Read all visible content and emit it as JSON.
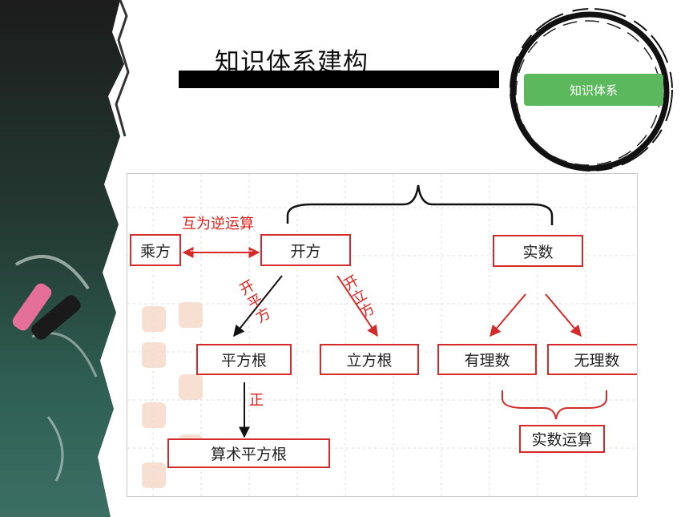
{
  "title": "知识体系建构",
  "badge": "知识体系",
  "nodes": {
    "power": "乘方",
    "root_extraction": "开方",
    "real_numbers": "实数",
    "square_root": "平方根",
    "cube_root": "立方根",
    "rational": "有理数",
    "irrational": "无理数",
    "arithmetic_square_root": "算术平方根",
    "real_operations": "实数运算"
  },
  "labels": {
    "inverse_operations": "互为逆运算",
    "square_root_op": "开平方",
    "cube_root_op": "开立方",
    "positive": "正"
  },
  "colors": {
    "accent_red": "#d42a2a",
    "badge_green": "#5cb85c",
    "grid": "#dcdcdc"
  }
}
